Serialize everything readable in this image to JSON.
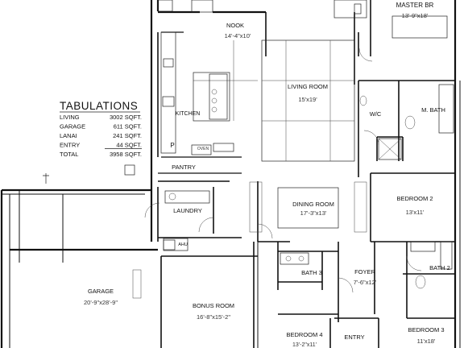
{
  "tabulations": {
    "title": "TABULATIONS",
    "rows": [
      {
        "label": "LIVING",
        "value": "3002 SQFT."
      },
      {
        "label": "GARAGE",
        "value": "611 SQFT."
      },
      {
        "label": "LANAI",
        "value": "241 SQFT."
      },
      {
        "label": "ENTRY",
        "value": "44 SQFT."
      },
      {
        "label": "TOTAL",
        "value": "3958 SQFT."
      }
    ]
  },
  "rooms": {
    "master_br": {
      "name": "MASTER BR",
      "dim": "13'-9\"x18'"
    },
    "nook": {
      "name": "NOOK",
      "dim": "14'-4\"x10'"
    },
    "living_room": {
      "name": "LIVING ROOM",
      "dim": "15'x19'"
    },
    "kitchen": {
      "name": "KITCHEN"
    },
    "wic": {
      "name": "W/C"
    },
    "m_bath": {
      "name": "M. BATH"
    },
    "pantry": {
      "name": "PANTRY"
    },
    "pantry_p": {
      "name": "P"
    },
    "oven": {
      "name": "OVEN"
    },
    "dining_room": {
      "name": "DINING ROOM",
      "dim": "17'-3\"x13'"
    },
    "bedroom_2": {
      "name": "BEDROOM 2",
      "dim": "13'x11'"
    },
    "laundry": {
      "name": "LAUNDRY"
    },
    "ahu": {
      "name": "AHU"
    },
    "bath_3": {
      "name": "BATH 3"
    },
    "foyer": {
      "name": "FOYER",
      "dim": "7'-6\"x12'"
    },
    "bath_2": {
      "name": "BATH 2"
    },
    "garage": {
      "name": "GARAGE",
      "dim": "20'-9\"x28'-9\""
    },
    "bonus_room": {
      "name": "BONUS ROOM",
      "dim": "16'-8\"x15'-2\""
    },
    "bedroom_4": {
      "name": "BEDROOM 4",
      "dim": "13'-2\"x11'"
    },
    "entry": {
      "name": "ENTRY"
    },
    "bedroom_3": {
      "name": "BEDROOM 3",
      "dim": "11'x18'"
    }
  }
}
